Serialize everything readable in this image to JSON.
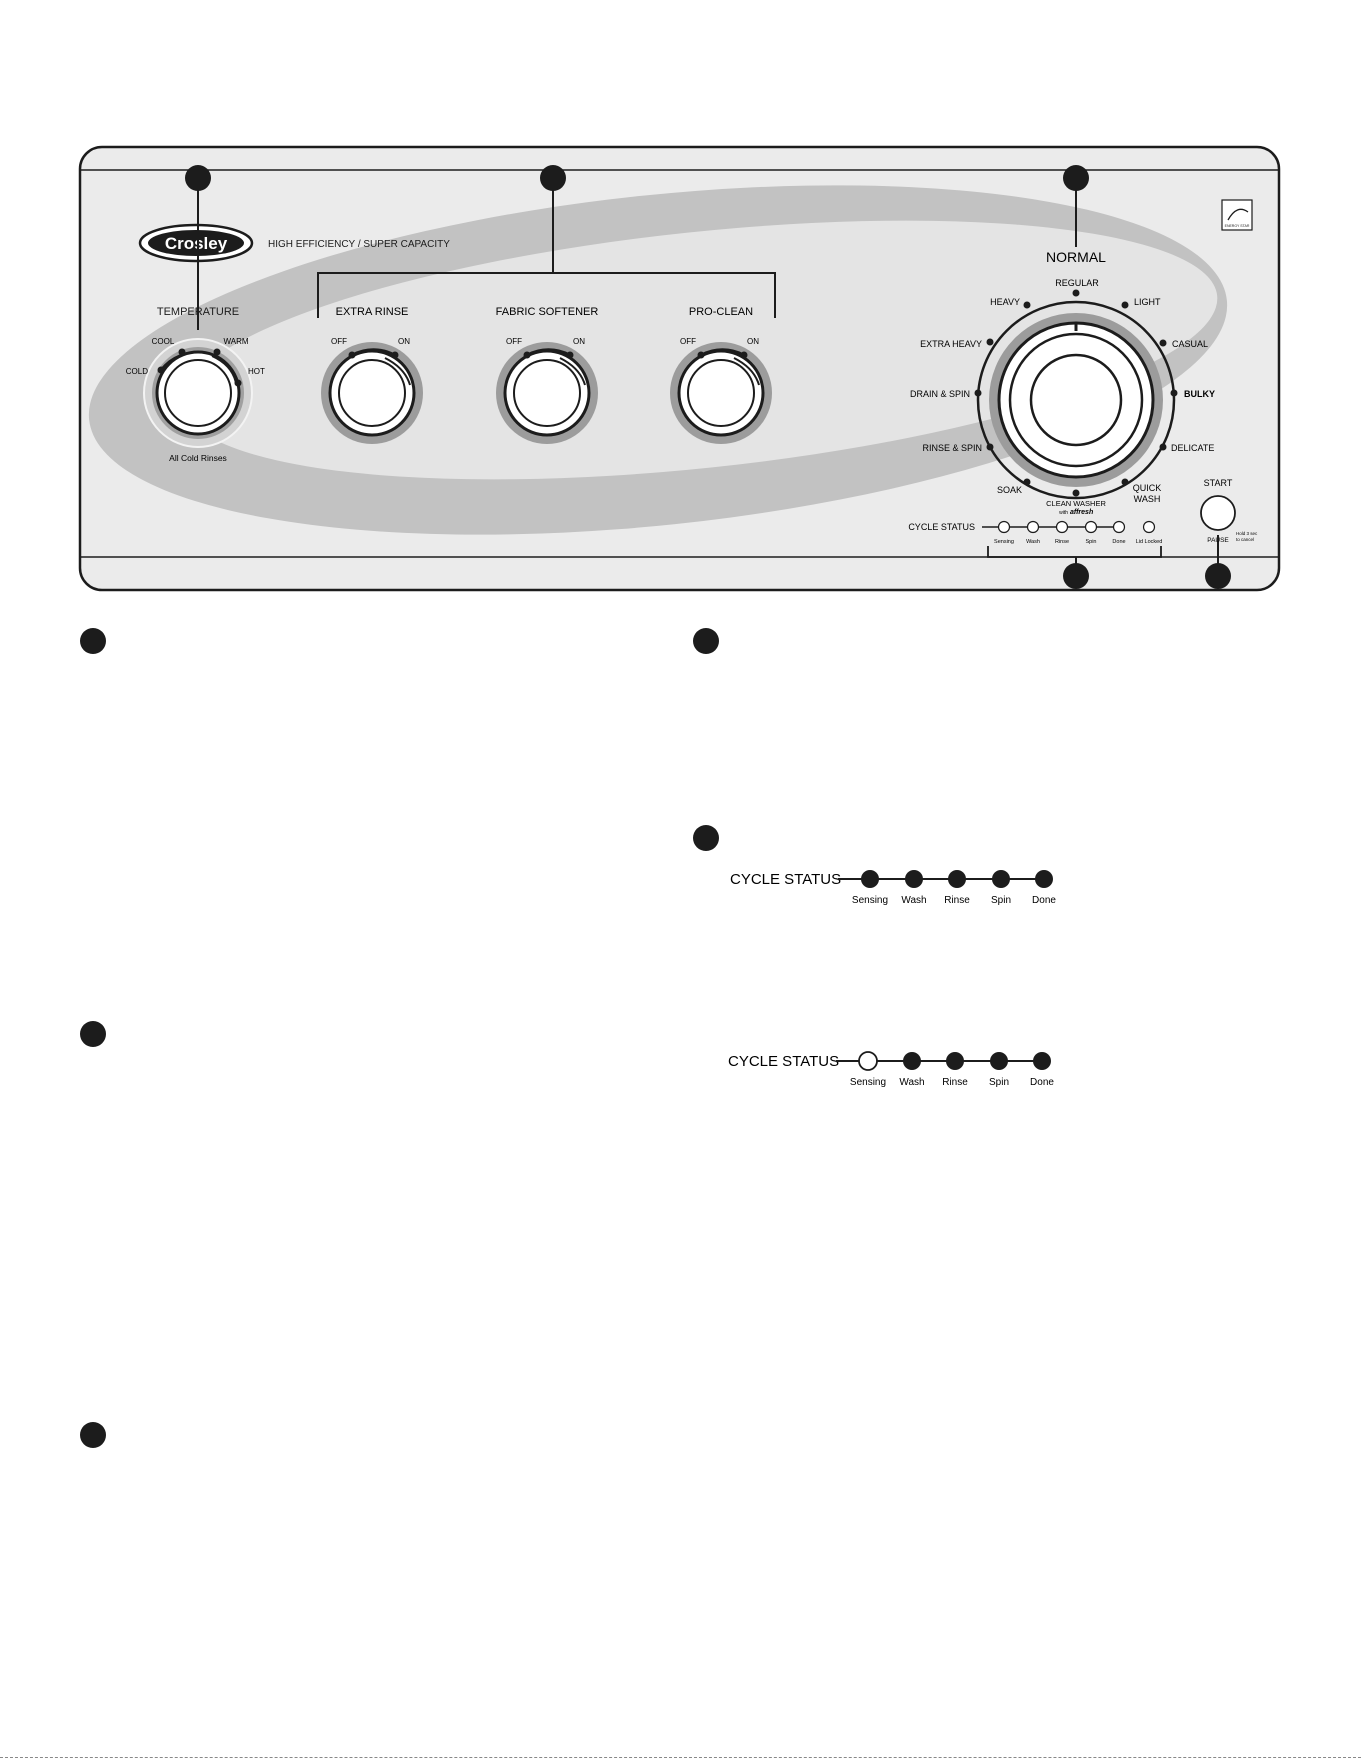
{
  "panel": {
    "brand": "Crosley",
    "tagline": "HIGH EFFICIENCY / SUPER CAPACITY",
    "energy_star_label": "ENERGY STAR",
    "temperature": {
      "title": "TEMPERATURE",
      "positions": [
        "COLD",
        "COOL",
        "WARM",
        "HOT"
      ],
      "footer": "All Cold Rinses"
    },
    "extra_rinse": {
      "title": "EXTRA RINSE",
      "off": "OFF",
      "on": "ON"
    },
    "fabric_softener": {
      "title": "FABRIC SOFTENER",
      "off": "OFF",
      "on": "ON"
    },
    "pro_clean": {
      "title": "PRO-CLEAN",
      "off": "OFF",
      "on": "ON"
    },
    "cycle_dial": {
      "header": "NORMAL",
      "regular": "REGULAR",
      "heavy": "HEAVY",
      "light": "LIGHT",
      "extra_heavy": "EXTRA HEAVY",
      "casual": "CASUAL",
      "drain_spin": "DRAIN & SPIN",
      "bulky": "BULKY",
      "rinse_spin": "RINSE & SPIN",
      "delicate": "DELICATE",
      "soak": "SOAK",
      "quick_wash_1": "QUICK",
      "quick_wash_2": "WASH",
      "clean_washer": "CLEAN WASHER",
      "clean_washer_with": "with",
      "clean_washer_brand": "affresh"
    },
    "cycle_status": {
      "label": "CYCLE STATUS",
      "lights": [
        "Sensing",
        "Wash",
        "Rinse",
        "Spin",
        "Done",
        "Lid Locked"
      ]
    },
    "start_button": {
      "label": "START",
      "pause_label": "PAUSE",
      "hold_note_1": "Hold 3 sec",
      "hold_note_2": "to cancel"
    }
  },
  "status_examples": [
    {
      "label": "CYCLE STATUS",
      "lights": [
        {
          "name": "Sensing",
          "lit": true
        },
        {
          "name": "Wash",
          "lit": true
        },
        {
          "name": "Rinse",
          "lit": true
        },
        {
          "name": "Spin",
          "lit": true
        },
        {
          "name": "Done",
          "lit": true
        }
      ]
    },
    {
      "label": "CYCLE STATUS",
      "lights": [
        {
          "name": "Sensing",
          "lit": false
        },
        {
          "name": "Wash",
          "lit": true
        },
        {
          "name": "Rinse",
          "lit": true
        },
        {
          "name": "Spin",
          "lit": true
        },
        {
          "name": "Done",
          "lit": true
        }
      ]
    }
  ],
  "colors": {
    "panel_bg": "#ebebeb",
    "swoosh": "#c2c2c2",
    "knob_ring": "#9c9c9c",
    "ink": "#1c1c1c"
  }
}
